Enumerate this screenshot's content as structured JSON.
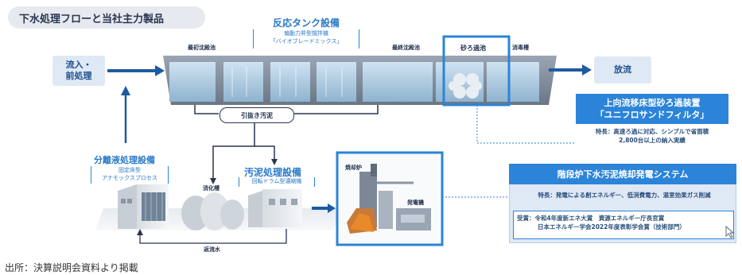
{
  "title": "下水処理フローと当社主力製品",
  "inflow": {
    "line1": "流入・",
    "line2": "前処理"
  },
  "discharge": "放流",
  "reaction_tank": {
    "title": "反応タンク設備",
    "sub1": "偏動力昇型撹拌機",
    "sub2": "「バイオブレードミックス」"
  },
  "labels": {
    "primary_settling": "最初沈殿池",
    "final_settling": "最終沈殿池",
    "sand_filter": "砂ろ過池",
    "disinfection": "消毒槽",
    "sludge_extraction": "引抜き汚泥",
    "digestion_tank": "消化槽",
    "incinerator": "焼却炉",
    "generator": "発電機",
    "return_water": "返流水"
  },
  "separation": {
    "title": "分離液処理設備",
    "sub1": "固定床型",
    "sub2": "アナモックスプロセス"
  },
  "sludge": {
    "title": "汚泥処理設備",
    "sub": "回転ドラム型濃縮機"
  },
  "filter_product": {
    "title1": "上向流移床型砂ろ過装置",
    "title2": "「ユニフロサンドフィルタ」",
    "feature1": "特長：高速ろ過に対応、シンプルで省面積",
    "feature2": "2,800台以上の納入実績"
  },
  "power_product": {
    "title": "階段炉下水汚泥焼却発電システム",
    "feature": "特長：発電による創エネルギー、低消費電力、温室効果ガス削減",
    "award1": "受賞：令和4年度新エネ大賞　資源エネルギー庁長官賞",
    "award2": "日本エネルギー学会2022年度表彰学会賞（技術部門）"
  },
  "source": "出所：決算説明会資料より掲載",
  "colors": {
    "accent": "#2b84d8",
    "navy": "#1f4f8c",
    "arrow": "#1e5aa0"
  }
}
